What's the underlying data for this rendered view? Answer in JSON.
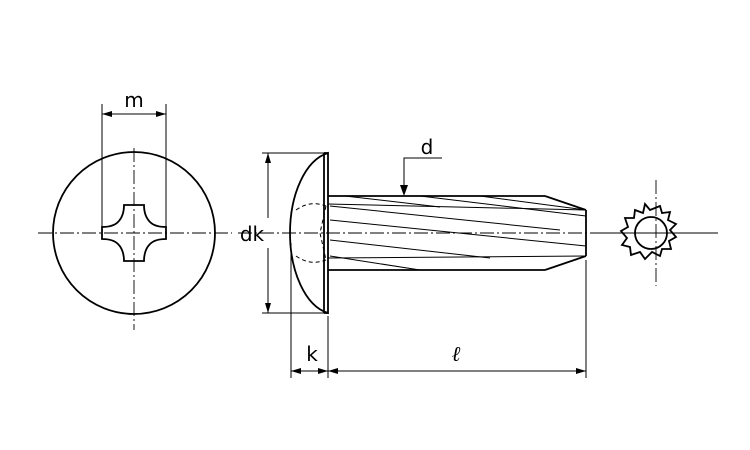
{
  "labels": {
    "m": "m",
    "d": "d",
    "dk": "dk",
    "k": "k",
    "l": "ℓ"
  },
  "colors": {
    "line": "#000000",
    "background": "#ffffff"
  }
}
